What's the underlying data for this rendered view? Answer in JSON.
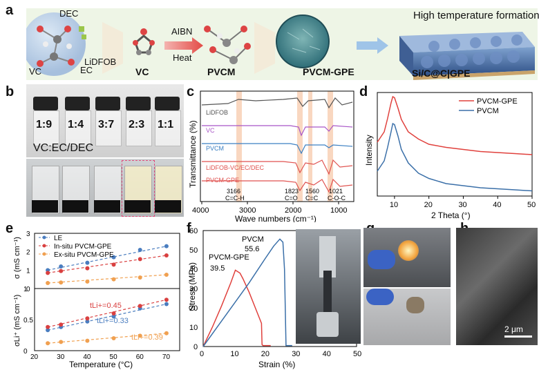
{
  "panel_labels": {
    "a": "a",
    "b": "b",
    "c": "c",
    "d": "d",
    "e": "e",
    "f": "f",
    "g": "g",
    "h": "h"
  },
  "panel_a": {
    "molecule_labels": {
      "dec": "DEC",
      "ec": "EC",
      "vc": "VC",
      "lidfob": "LiDFOB"
    },
    "vc_label": "VC",
    "arrow_top": "AIBN",
    "arrow_bottom": "Heat",
    "pvcm_label": "PVCM",
    "gpe_label": "PVCM-GPE",
    "final_title": "High temperature formation",
    "final_label": "Si/C@C|GPE"
  },
  "panel_b": {
    "ratios": [
      "1:9",
      "1:4",
      "3:7",
      "2:3",
      "1:1"
    ],
    "caption": "VC:EC/DEC"
  },
  "panel_c": {
    "ylabel": "Transmittance (%)",
    "xlabel": "Wave numbers (cm⁻¹)",
    "xticks": [
      "4000",
      "3000",
      "2000",
      "1000"
    ],
    "traces": [
      {
        "name": "LiDFOB",
        "color": "#555555"
      },
      {
        "name": "VC",
        "color": "#a855c7"
      },
      {
        "name": "PVCM",
        "color": "#3a7fc2"
      },
      {
        "name": "LiDFOB-VC/EC/DEC",
        "color": "#e0524f"
      },
      {
        "name": "PVCM-GPE",
        "color": "#e0524f"
      }
    ],
    "annotations": [
      {
        "value": "3166",
        "assign": "C=C-H"
      },
      {
        "value": "1823",
        "assign": "C=O"
      },
      {
        "value": "1560",
        "assign": "C=C"
      },
      {
        "value": "1021",
        "assign": "C-O-C"
      }
    ],
    "band_color": "#f7cdb0"
  },
  "chart_data": [
    {
      "type": "line",
      "panel": "d",
      "xlabel": "2 Theta (°)",
      "ylabel": "Intensity",
      "xlim": [
        5,
        50
      ],
      "xticks": [
        10,
        20,
        30,
        40,
        50
      ],
      "legend_position": "top-right",
      "series": [
        {
          "name": "PVCM-GPE",
          "color": "#e0403c",
          "x": [
            5,
            7,
            8,
            9,
            9.5,
            10,
            11,
            12,
            14,
            17,
            20,
            25,
            30,
            35,
            40,
            45,
            50
          ],
          "y": [
            0.52,
            0.62,
            0.75,
            0.9,
            0.96,
            0.95,
            0.85,
            0.74,
            0.62,
            0.55,
            0.5,
            0.47,
            0.45,
            0.43,
            0.42,
            0.41,
            0.4
          ]
        },
        {
          "name": "PVCM",
          "color": "#3a6fa8",
          "x": [
            5,
            7,
            8,
            9,
            9.5,
            10,
            11,
            12,
            14,
            17,
            20,
            25,
            30,
            35,
            40,
            45,
            50
          ],
          "y": [
            0.24,
            0.34,
            0.47,
            0.62,
            0.7,
            0.69,
            0.58,
            0.45,
            0.32,
            0.22,
            0.17,
            0.12,
            0.1,
            0.08,
            0.07,
            0.06,
            0.05
          ]
        }
      ]
    },
    {
      "type": "scatter",
      "panel": "e-top",
      "ylabel": "σ (mS cm⁻¹)",
      "ylim": [
        0,
        3
      ],
      "yticks": [
        0,
        1,
        2,
        3
      ],
      "legend_position": "top-left",
      "series": [
        {
          "name": "LE",
          "color": "#4a7dbf",
          "x": [
            25,
            30,
            40,
            50,
            60,
            70
          ],
          "y": [
            1.0,
            1.2,
            1.4,
            1.7,
            2.1,
            2.3
          ]
        },
        {
          "name": "In-situ PVCM-GPE",
          "color": "#d94040",
          "x": [
            25,
            30,
            40,
            50,
            60,
            70
          ],
          "y": [
            0.85,
            0.95,
            1.1,
            1.3,
            1.6,
            1.8
          ]
        },
        {
          "name": "Ex-situ PVCM-GPE",
          "color": "#f0a050",
          "x": [
            25,
            30,
            40,
            50,
            60,
            70
          ],
          "y": [
            0.3,
            0.33,
            0.38,
            0.5,
            0.6,
            0.75
          ]
        }
      ]
    },
    {
      "type": "scatter",
      "panel": "e-bottom",
      "xlabel": "Temperature (°C)",
      "ylabel": "σLi⁺ (mS cm⁻¹)",
      "xlim": [
        20,
        75
      ],
      "xticks": [
        20,
        30,
        40,
        50,
        60,
        70
      ],
      "ylim": [
        0,
        1
      ],
      "yticks": [
        0,
        0.5,
        1
      ],
      "annotations": [
        "tLi+=0.45",
        "tLi+=0.33",
        "tLi+=0.39"
      ],
      "series": [
        {
          "name": "LE",
          "color": "#4a7dbf",
          "x": [
            25,
            30,
            40,
            50,
            60,
            70
          ],
          "y": [
            0.33,
            0.38,
            0.47,
            0.55,
            0.68,
            0.75
          ]
        },
        {
          "name": "In-situ PVCM-GPE",
          "color": "#d94040",
          "x": [
            25,
            30,
            40,
            50,
            60,
            70
          ],
          "y": [
            0.38,
            0.42,
            0.52,
            0.6,
            0.72,
            0.82
          ]
        },
        {
          "name": "Ex-situ PVCM-GPE",
          "color": "#f0a050",
          "x": [
            25,
            30,
            40,
            50,
            60,
            70
          ],
          "y": [
            0.12,
            0.14,
            0.16,
            0.2,
            0.24,
            0.28
          ]
        }
      ]
    },
    {
      "type": "line",
      "panel": "f",
      "xlabel": "Strain (%)",
      "ylabel": "Stress (MPa)",
      "xlim": [
        0,
        50
      ],
      "ylim": [
        0,
        60
      ],
      "xticks": [
        0,
        10,
        20,
        30,
        40,
        50
      ],
      "yticks": [
        0,
        10,
        20,
        30,
        40,
        50,
        60
      ],
      "series": [
        {
          "name": "PVCM-GPE",
          "color": "#e0403c",
          "label_value": "39.5",
          "x": [
            0,
            3,
            6,
            9,
            10.5,
            12,
            13,
            15,
            17,
            19,
            19.2,
            19.5,
            22
          ],
          "y": [
            0,
            10,
            21,
            33,
            39.5,
            38,
            35,
            28,
            20,
            12,
            1,
            0.5,
            0.5
          ]
        },
        {
          "name": "PVCM",
          "color": "#3a6fa8",
          "label_value": "55.6",
          "x": [
            0,
            5,
            10,
            15,
            20,
            23,
            25,
            26,
            26.5,
            27,
            29
          ],
          "y": [
            0,
            11,
            22,
            33,
            45,
            52,
            55.6,
            54,
            40,
            0.5,
            0.5
          ]
        }
      ]
    }
  ],
  "panel_f_texts": {
    "pvcm": "PVCM",
    "pvcm_value": "55.6",
    "gpe": "PVCM-GPE",
    "gpe_value": "39.5"
  },
  "panel_h": {
    "scale_bar": "2 μm"
  }
}
